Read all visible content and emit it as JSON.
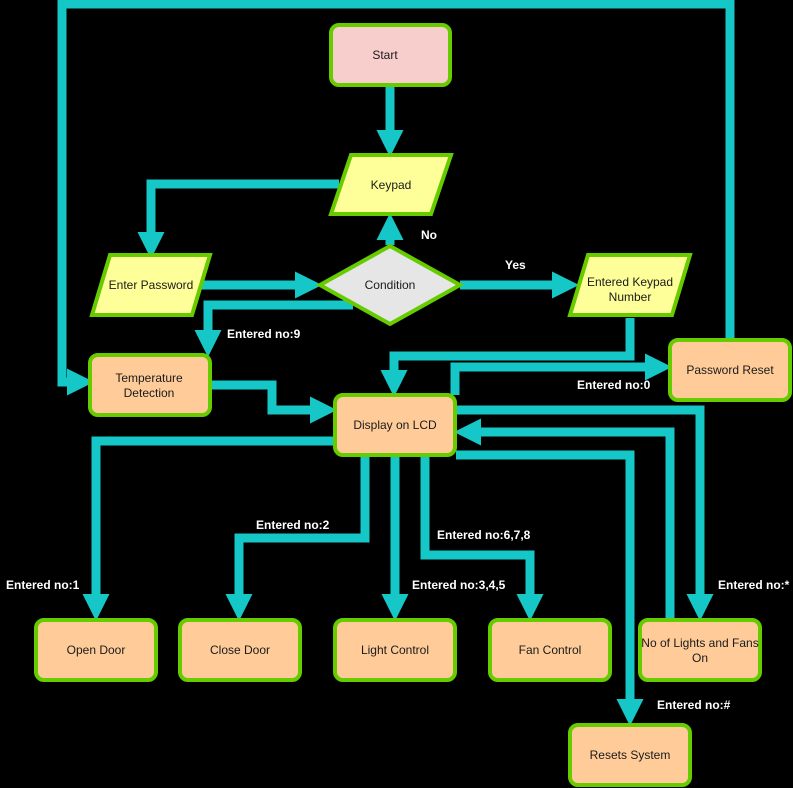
{
  "colors": {
    "background": "#000000",
    "connector": "#16c7c7",
    "node_border": "#66cc00",
    "start_fill": "#f8cecc",
    "io_fill": "#ffff99",
    "decision_fill": "#e6e6e6",
    "process_fill": "#ffcc99"
  },
  "nodes": {
    "start": "Start",
    "keypad": "Keypad",
    "enter_password": "Enter Password",
    "condition": "Condition",
    "entered_keypad_number": [
      "Entered Keypad",
      "Number"
    ],
    "temperature_detection": [
      "Temperature",
      "Detection"
    ],
    "display_lcd": "Display on LCD",
    "password_reset": "Password Reset",
    "open_door": "Open Door",
    "close_door": "Close Door",
    "light_control": "Light Control",
    "fan_control": "Fan Control",
    "lights_fans_on": [
      "No of Lights and Fans",
      "On"
    ],
    "resets_system": "Resets System"
  },
  "edge_labels": {
    "no": "No",
    "yes": "Yes",
    "entered_9": "Entered no:9",
    "entered_0": "Entered no:0",
    "entered_2": "Entered no:2",
    "entered_678": "Entered no:6,7,8",
    "entered_1": "Entered no:1",
    "entered_345": "Entered no:3,4,5",
    "entered_star": "Entered no:*",
    "entered_hash": "Entered no:#"
  }
}
